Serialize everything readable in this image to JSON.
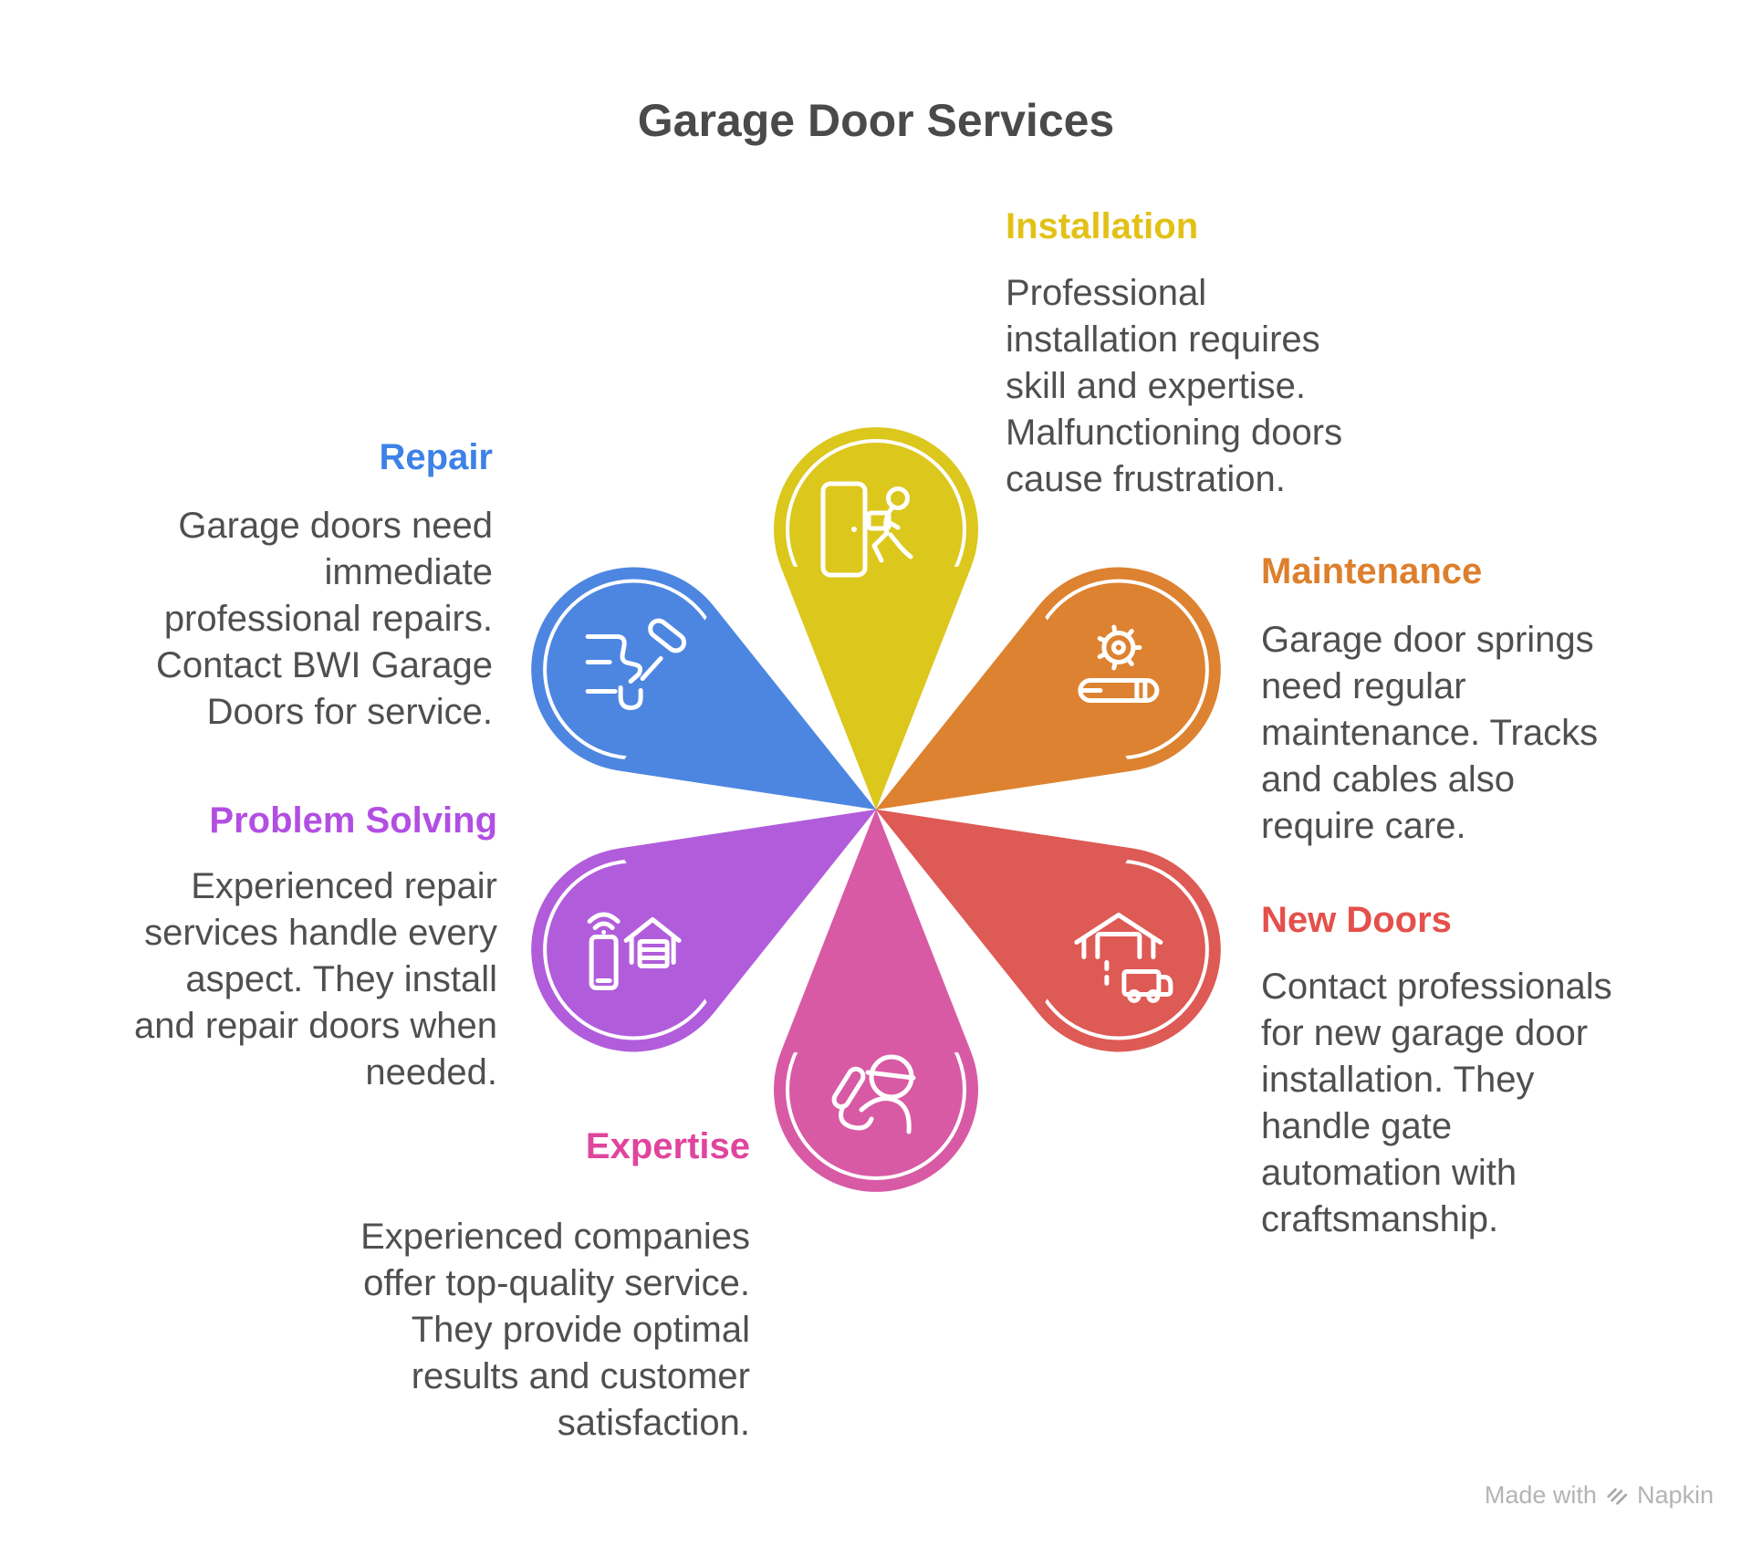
{
  "title": "Garage Door Services",
  "title_color": "#4a4a4a",
  "body_text_color": "#4f4f4f",
  "watermark": {
    "prefix": "Made with",
    "brand": "Napkin",
    "color": "#b4b4b4"
  },
  "petals": [
    {
      "id": "installation",
      "label": "Installation",
      "angle": 0,
      "color": "#dcc71d",
      "label_color": "#e2c117",
      "icon": "door-installer-icon",
      "description_lines": [
        "Professional",
        "installation requires",
        "skill and expertise.",
        "Malfunctioning doors",
        "cause frustration."
      ]
    },
    {
      "id": "maintenance",
      "label": "Maintenance",
      "angle": 60,
      "color": "#dd8230",
      "label_color": "#dd7f2c",
      "icon": "gear-track-icon",
      "description_lines": [
        "Garage door springs",
        "need regular",
        "maintenance. Tracks",
        "and cables also",
        "require care."
      ]
    },
    {
      "id": "new-doors",
      "label": "New Doors",
      "angle": 120,
      "color": "#de5a55",
      "label_color": "#e4504b",
      "icon": "garage-truck-icon",
      "description_lines": [
        "Contact professionals",
        "for new garage door",
        "installation. They",
        "handle gate",
        "automation with",
        "craftsmanship."
      ]
    },
    {
      "id": "expertise",
      "label": "Expertise",
      "angle": 180,
      "color": "#d85aa5",
      "label_color": "#e0459e",
      "icon": "worker-icon",
      "description_lines": [
        "Experienced companies",
        "offer top-quality service.",
        "They provide optimal",
        "results and customer",
        "satisfaction."
      ]
    },
    {
      "id": "problem-solving",
      "label": "Problem Solving",
      "angle": 240,
      "color": "#b15ddb",
      "label_color": "#b24fe3",
      "icon": "phone-garage-icon",
      "description_lines": [
        "Experienced repair",
        "services handle every",
        "aspect. They install",
        "and repair doors when",
        "needed."
      ]
    },
    {
      "id": "repair",
      "label": "Repair",
      "angle": 300,
      "color": "#4d86e1",
      "label_color": "#3d82e6",
      "icon": "hammer-repair-icon",
      "description_lines": [
        "Garage doors need",
        "immediate",
        "professional repairs.",
        "Contact BWI Garage",
        "Doors for service."
      ]
    }
  ]
}
